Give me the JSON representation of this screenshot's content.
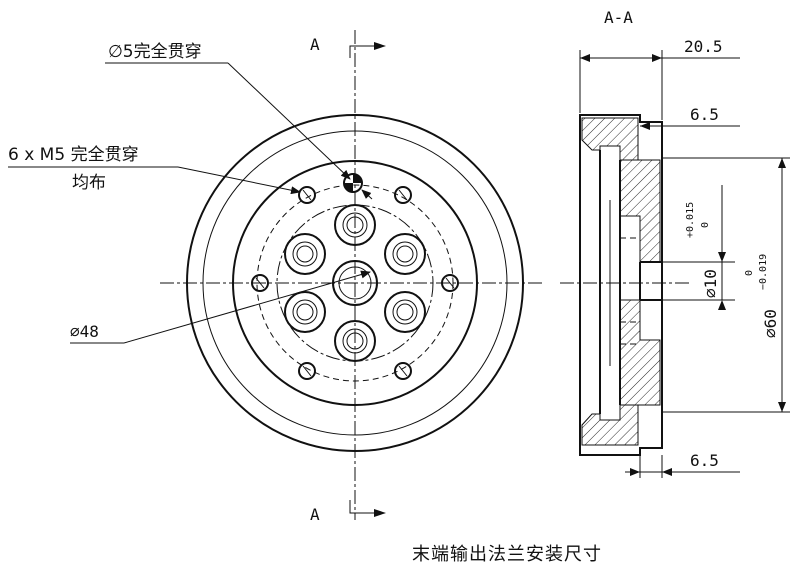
{
  "section_label_top": "A",
  "section_label_bottom": "A",
  "section_title": "A-A",
  "hole_callout_top": "∅5完全贯穿",
  "hole_callout_pattern_line1": "6 x  M5 完全贯穿",
  "hole_callout_pattern_line2": "均布",
  "pcd_label": "∅48",
  "dim_width_total": "20.5",
  "dim_top_step": "6.5",
  "dim_bottom_step": "6.5",
  "dim_bore": "∅10",
  "dim_bore_tol_upper": "+0.015",
  "dim_bore_tol_lower": "0",
  "dim_outer": "∅60",
  "dim_outer_tol_upper": "0",
  "dim_outer_tol_lower": "−0.019",
  "caption": "末端输出法兰安装尺寸"
}
